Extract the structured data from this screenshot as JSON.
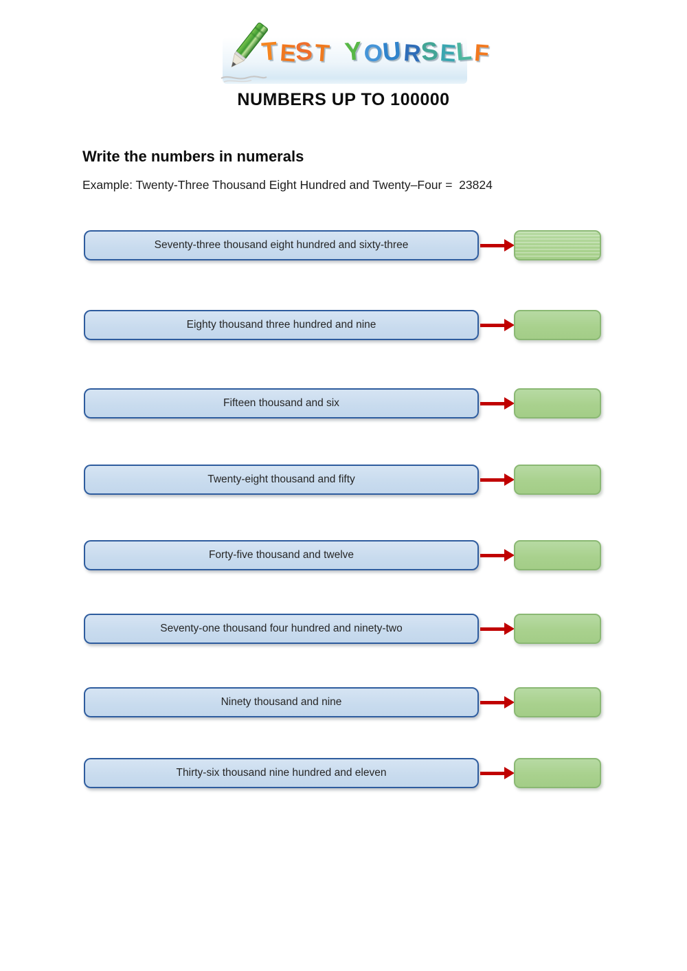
{
  "logo": {
    "words": [
      {
        "word": "TEST",
        "letters": [
          {
            "ch": "T",
            "color": "#f5851f"
          },
          {
            "ch": "E",
            "color": "#f0781f"
          },
          {
            "ch": "S",
            "color": "#ee6f2d"
          },
          {
            "ch": "T",
            "color": "#ef7a1f"
          }
        ]
      },
      {
        "word": "YOURSELF",
        "letters": [
          {
            "ch": "Y",
            "color": "#58b847"
          },
          {
            "ch": "O",
            "color": "#4595d8"
          },
          {
            "ch": "U",
            "color": "#2f83cb"
          },
          {
            "ch": "R",
            "color": "#2e6db8"
          },
          {
            "ch": "S",
            "color": "#42a596"
          },
          {
            "ch": "E",
            "color": "#3aa6b0"
          },
          {
            "ch": "L",
            "color": "#4db69f"
          },
          {
            "ch": "F",
            "color": "#f2791f"
          }
        ]
      }
    ]
  },
  "title": "NUMBERS UP TO 100000",
  "section": {
    "heading": "Write the numbers in numerals",
    "example": "Example: Twenty-Three Thousand Eight Hundred and Twenty–Four =  23824"
  },
  "questions": [
    {
      "label": "Seventy-three thousand eight hundred and sixty-three",
      "answer": ""
    },
    {
      "label": "Eighty thousand three hundred and nine",
      "answer": ""
    },
    {
      "label": "Fifteen thousand and six",
      "answer": ""
    },
    {
      "label": "Twenty-eight thousand and fifty",
      "answer": ""
    },
    {
      "label": "Forty-five thousand and twelve",
      "answer": ""
    },
    {
      "label": "Seventy-one thousand four hundred and ninety-two",
      "answer": ""
    },
    {
      "label": "Ninety thousand and nine",
      "answer": ""
    },
    {
      "label": "Thirty-six thousand nine hundred and eleven",
      "answer": ""
    }
  ],
  "colors": {
    "question_fill": "#c9dbee",
    "question_border": "#2e5c9e",
    "answer_fill": "#a9d18e",
    "answer_border": "#8ab873",
    "arrow": "#c00000"
  }
}
